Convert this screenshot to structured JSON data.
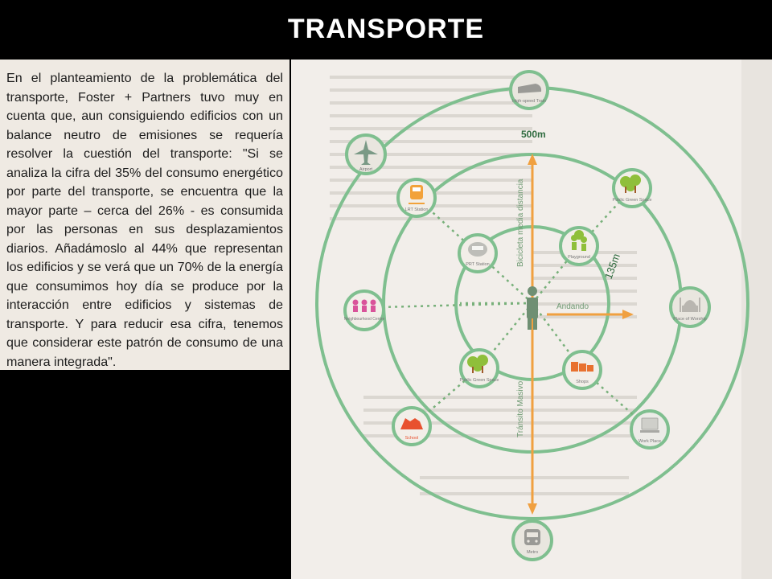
{
  "slide": {
    "title": "TRANSPORTE"
  },
  "text_block": {
    "paragraph": "En el planteamiento de la problemática del transporte, Foster + Partners tuvo muy en cuenta que, aun consiguiendo edificios con un balance neutro de emisiones se requería resolver la cuestión del transporte: \"Si se analiza la cifra del 35% del consumo energético por parte del transporte, se encuentra que la mayor parte – cerca del 26% - es consumida por las personas en sus desplazamientos diarios. Añadámoslo al 44% que representan los edificios y se verá que un 70% de la energía que consumimos hoy día se produce por la interacción entre edificios y sistemas de transporte. Y para reducir esa cifra, tenemos que considerar este patrón de consumo de una manera integrada\"."
  },
  "diagram": {
    "distances": {
      "outer": "500m",
      "middle": "135m"
    },
    "axis_labels": {
      "vertical_top": "Bicicleta media distancia",
      "vertical_bottom": "Tránsito Masivo",
      "horizontal_right": "Andando"
    },
    "nodes": [
      {
        "label": "High-speed Train",
        "icon": "train-icon",
        "color": "#e9e6df"
      },
      {
        "label": "Airport",
        "icon": "airplane-icon",
        "color": "#e9e6df"
      },
      {
        "label": "Public Green Space",
        "icon": "trees-icon",
        "color": "#8fbf3a"
      },
      {
        "label": "LRT Station",
        "icon": "tram-icon",
        "color": "#f2a23a"
      },
      {
        "label": "PRT Station",
        "icon": "pod-icon",
        "color": "#d8d8d4"
      },
      {
        "label": "Playground",
        "icon": "playground-icon",
        "color": "#8fbf3a"
      },
      {
        "label": "Neighbourhood Centre",
        "icon": "people-icon",
        "color": "#d9539a"
      },
      {
        "label": "Place of Worship",
        "icon": "mosque-icon",
        "color": "#e9e6df"
      },
      {
        "label": "Public Green Space",
        "icon": "trees-icon",
        "color": "#8fbf3a"
      },
      {
        "label": "Shops",
        "icon": "shops-icon",
        "color": "#e8712f"
      },
      {
        "label": "School",
        "icon": "school-icon",
        "color": "#e8512f"
      },
      {
        "label": "Work Place",
        "icon": "computer-icon",
        "color": "#d8d8d4"
      },
      {
        "label": "Metro",
        "icon": "metro-icon",
        "color": "#d8d8d4"
      }
    ],
    "colors": {
      "ring": "#7fbf8f",
      "axis": "#f0a040",
      "dots": "#78b07a",
      "person": "#6f8f73"
    }
  }
}
